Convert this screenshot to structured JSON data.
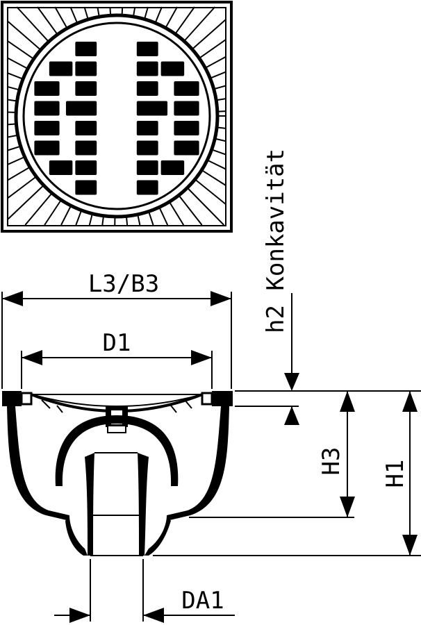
{
  "labels": {
    "l3_b3": "L3/B3",
    "d1": "D1",
    "h2": "h2 Konkavität",
    "h3": "H3",
    "h1": "H1",
    "da1": "DA1"
  },
  "grate": {
    "rows": [
      {
        "slots": [
          [
            0.27,
            0.4
          ],
          [
            0.6,
            0.73
          ]
        ]
      },
      {
        "slots": [
          [
            0.13,
            0.27
          ],
          [
            0.27,
            0.4
          ],
          [
            0.6,
            0.73
          ],
          [
            0.73,
            0.87
          ]
        ]
      },
      {
        "slots": [
          [
            0.05,
            0.2
          ],
          [
            0.27,
            0.4
          ],
          [
            0.6,
            0.73
          ],
          [
            0.8,
            0.95
          ]
        ]
      },
      {
        "slots": [
          [
            0.05,
            0.2
          ],
          [
            0.22,
            0.4
          ],
          [
            0.6,
            0.78
          ],
          [
            0.8,
            0.95
          ]
        ]
      },
      {
        "slots": [
          [
            0.05,
            0.2
          ],
          [
            0.27,
            0.4
          ],
          [
            0.6,
            0.73
          ],
          [
            0.8,
            0.95
          ]
        ]
      },
      {
        "slots": [
          [
            0.05,
            0.2
          ],
          [
            0.27,
            0.4
          ],
          [
            0.6,
            0.73
          ],
          [
            0.8,
            0.95
          ]
        ]
      },
      {
        "slots": [
          [
            0.13,
            0.27
          ],
          [
            0.27,
            0.4
          ],
          [
            0.6,
            0.73
          ],
          [
            0.73,
            0.87
          ]
        ]
      },
      {
        "slots": [
          [
            0.27,
            0.4
          ],
          [
            0.6,
            0.73
          ]
        ]
      }
    ]
  }
}
